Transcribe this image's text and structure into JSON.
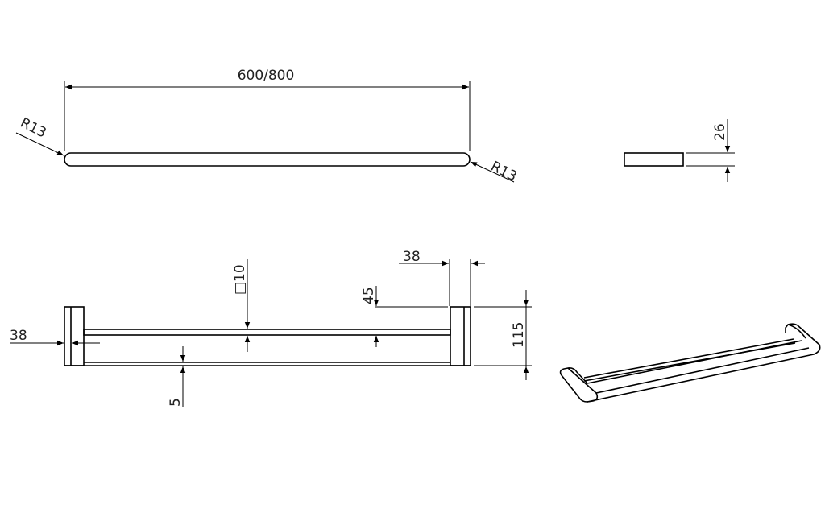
{
  "drawing": {
    "top_view": {
      "length_label": "600/800",
      "radius_left": "R13",
      "radius_right": "R13"
    },
    "side_view": {
      "thickness_label": "26"
    },
    "front_view": {
      "bracket_width_left": "38",
      "bracket_width_right": "38",
      "bar_section_label": "□10",
      "bar_offset_label": "45",
      "height_label": "115",
      "base_thickness_label": "5"
    },
    "colors": {
      "line": "#000000",
      "background": "#ffffff"
    }
  }
}
